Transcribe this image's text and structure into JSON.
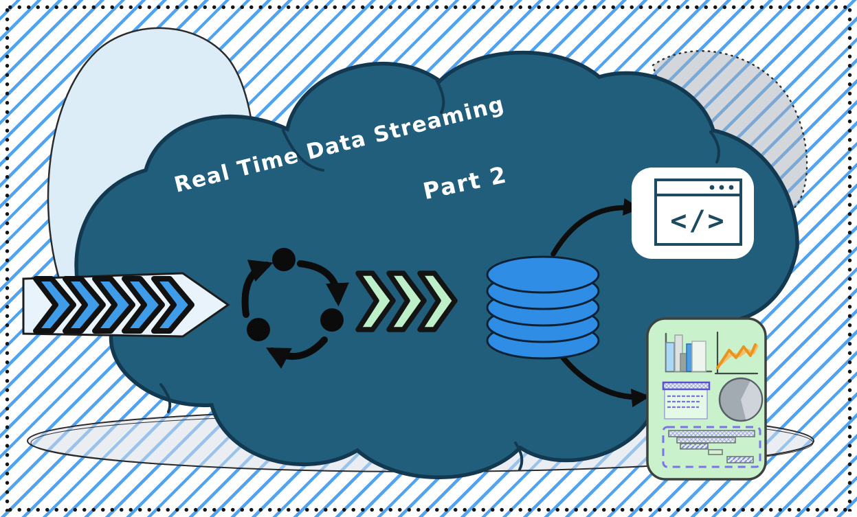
{
  "title": {
    "line1": "Real Time Data Streaming",
    "line2": "Part 2"
  },
  "code_window": {
    "glyph": "</>"
  },
  "icons": {
    "inbound_stream_arrow": "chevron-flow-arrow-icon",
    "processing_cycle": "cycle-arrows-icon",
    "stream_chevrons": "triple-chevron-icon",
    "database": "database-cylinder-icon",
    "code_window": "browser-code-window-icon",
    "dashboard": "analytics-dashboard-icon"
  },
  "counts": {
    "inbound_chevrons": 5,
    "stream_chevrons": 3,
    "database_disks": 5,
    "window_titlebar_dots": 3,
    "gantt_bars": 5,
    "bar_chart_bars": 5
  },
  "dashboard_widgets": [
    "bar-chart",
    "line-chart",
    "document",
    "pie-chart",
    "gantt-bars"
  ],
  "colors": {
    "stripe_blue": "#4FA3F1",
    "cloud_fill": "#215E7B",
    "cloud_stroke": "#12394F",
    "light_cloud": "#DCEDF8",
    "light_cloud_stroke": "#2B2B2B",
    "shadow_gray": "#A8B0BA",
    "ground_shadow": "#D9DEE6",
    "arrow_body": "#E9F3FB",
    "chevron_blue": "#3F9CE8",
    "chevron_green": "#BDF0C9",
    "ink": "#141414",
    "db_blue": "#2F8DE6",
    "db_stroke": "#0C2234",
    "window_stroke": "#1C4A63",
    "panel_green": "#C9F2CC",
    "panel_stroke": "#3D423E",
    "gantt_purple": "#7B74E8",
    "doc_purple": "#5B4FD0",
    "chart_orange": "#E8941F",
    "chart_orange_light": "#F5BE68",
    "pie_gray": "#A2AAB2",
    "pie_light": "#CED4DA",
    "title_white": "#FFFFFF"
  }
}
